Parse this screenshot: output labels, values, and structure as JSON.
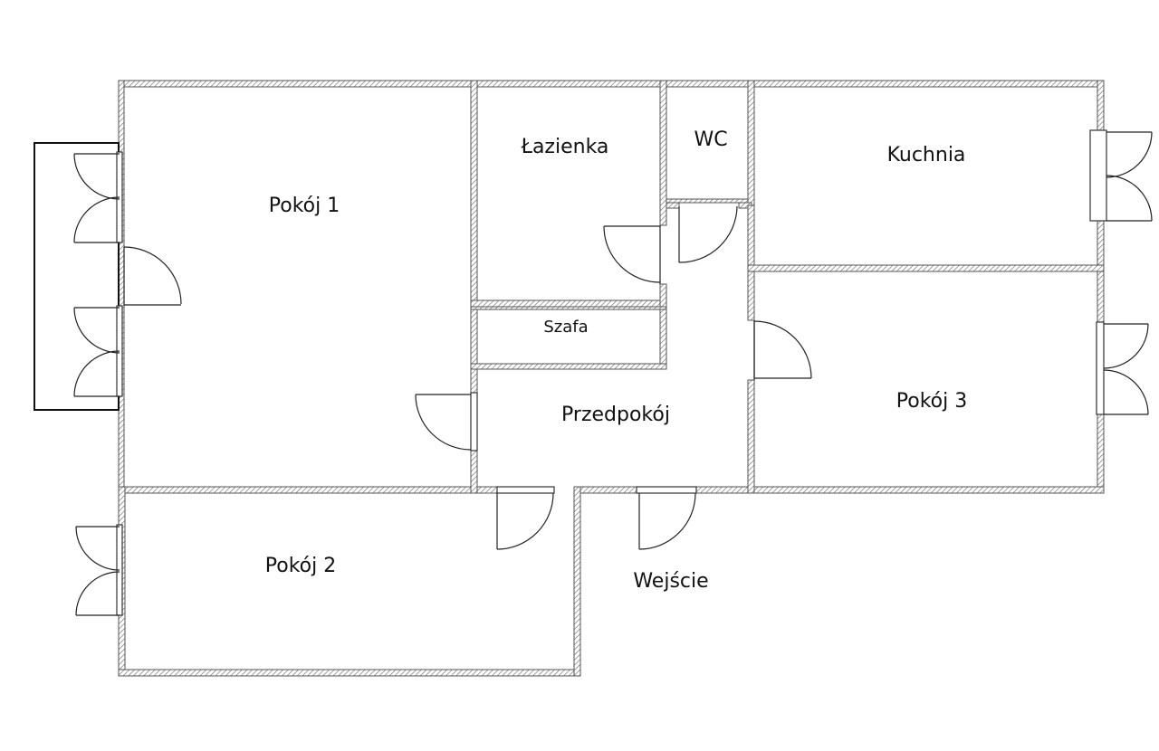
{
  "rooms": {
    "pokoj1": "Pokój 1",
    "lazienka": "Łazienka",
    "wc": "WC",
    "kuchnia": "Kuchnia",
    "szafa": "Szafa",
    "przedpokoj": "Przedpokój",
    "pokoj3": "Pokój 3",
    "pokoj2": "Pokój 2",
    "wejscie": "Wejście"
  }
}
